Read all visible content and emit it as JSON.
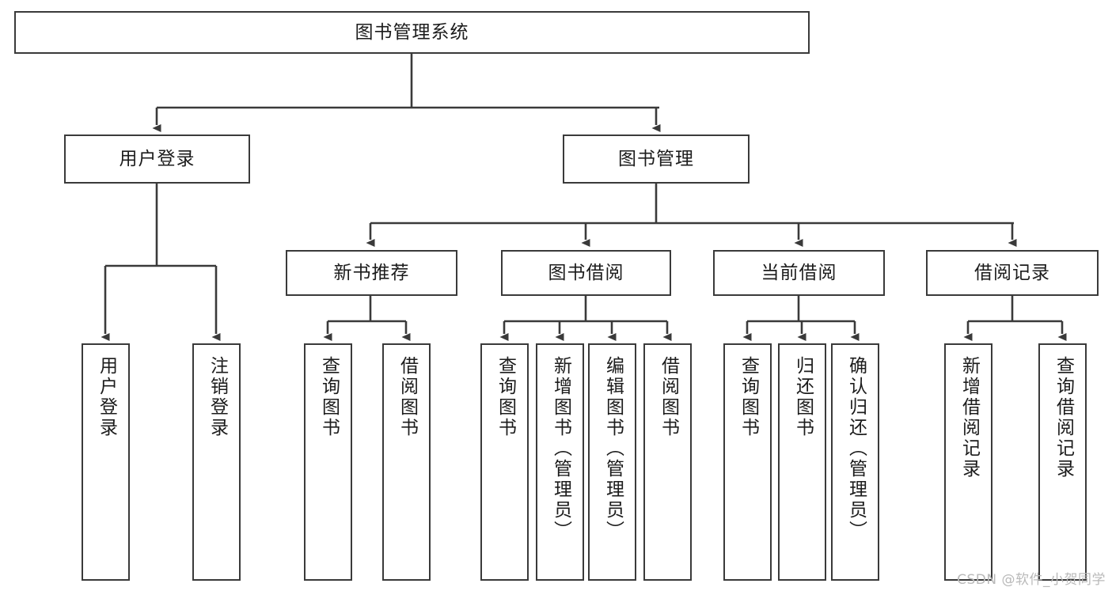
{
  "diagram": {
    "title": "图书管理系统",
    "type": "tree-hierarchy",
    "root": {
      "label": "图书管理系统"
    },
    "level1": [
      {
        "label": "用户登录"
      },
      {
        "label": "图书管理"
      }
    ],
    "level2": [
      {
        "label": "新书推荐",
        "parent": "图书管理"
      },
      {
        "label": "图书借阅",
        "parent": "图书管理"
      },
      {
        "label": "当前借阅",
        "parent": "图书管理"
      },
      {
        "label": "借阅记录",
        "parent": "图书管理"
      }
    ],
    "leaves": {
      "user_login": [
        {
          "label": "用户登录"
        },
        {
          "label": "注销登录"
        }
      ],
      "new_book_recommend": [
        {
          "label": "查询图书"
        },
        {
          "label": "借阅图书"
        }
      ],
      "book_borrow": [
        {
          "label": "查询图书"
        },
        {
          "label": "新增图书（管理员）"
        },
        {
          "label": "编辑图书（管理员）"
        },
        {
          "label": "借阅图书"
        }
      ],
      "current_borrow": [
        {
          "label": "查询图书"
        },
        {
          "label": "归还图书"
        },
        {
          "label": "确认归还（管理员）"
        }
      ],
      "borrow_record": [
        {
          "label": "新增借阅记录"
        },
        {
          "label": "查询借阅记录"
        }
      ]
    }
  },
  "watermark": {
    "text": "CSDN @软件_小贺同学"
  },
  "colors": {
    "stroke": "#3a3a3a",
    "fill": "#ffffff",
    "text": "#1c1c1c",
    "watermark": "#b9b9b9"
  }
}
